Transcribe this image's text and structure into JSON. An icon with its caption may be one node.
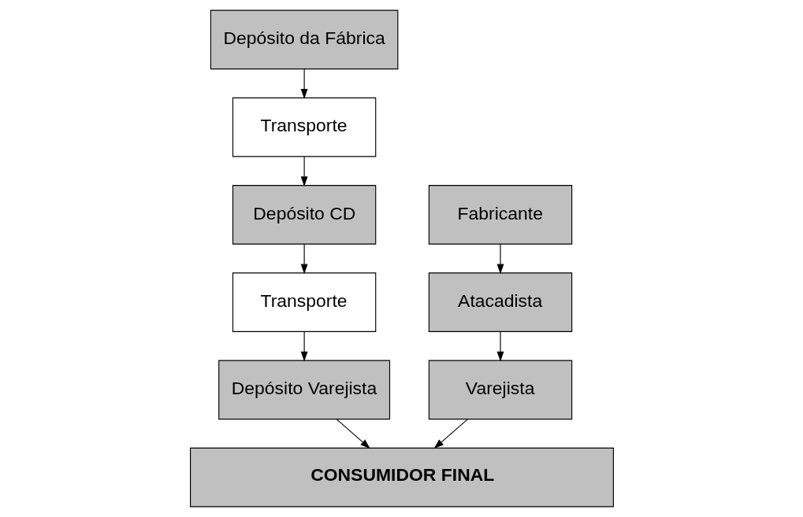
{
  "diagram": {
    "nodes": [
      {
        "text": [
          "Depósito da Fábrica"
        ]
      },
      {
        "text": [
          "Transporte"
        ]
      },
      {
        "text": [
          "Depósito CD"
        ]
      },
      {
        "text": [
          "Transporte"
        ]
      },
      {
        "text": [
          "Depósito Varejista"
        ]
      },
      {
        "text": [
          "Fabricante"
        ]
      },
      {
        "text": [
          "Atacadista"
        ]
      },
      {
        "text": [
          "Varejista"
        ]
      },
      {
        "text": [
          "CONSUMIDOR FINAL"
        ]
      }
    ],
    "edges": [
      {
        "from": 0,
        "to": 1,
        "arrow": "to"
      },
      {
        "from": 1,
        "to": 2,
        "arrow": "to"
      },
      {
        "from": 2,
        "to": 3,
        "arrow": "to"
      },
      {
        "from": 3,
        "to": 4,
        "arrow": "to"
      },
      {
        "from": 4,
        "to": 8,
        "arrow": "to"
      },
      {
        "from": 5,
        "to": 6,
        "arrow": "to"
      },
      {
        "from": 6,
        "to": 7,
        "arrow": "to"
      },
      {
        "from": 7,
        "to": 8,
        "arrow": "to"
      }
    ]
  }
}
